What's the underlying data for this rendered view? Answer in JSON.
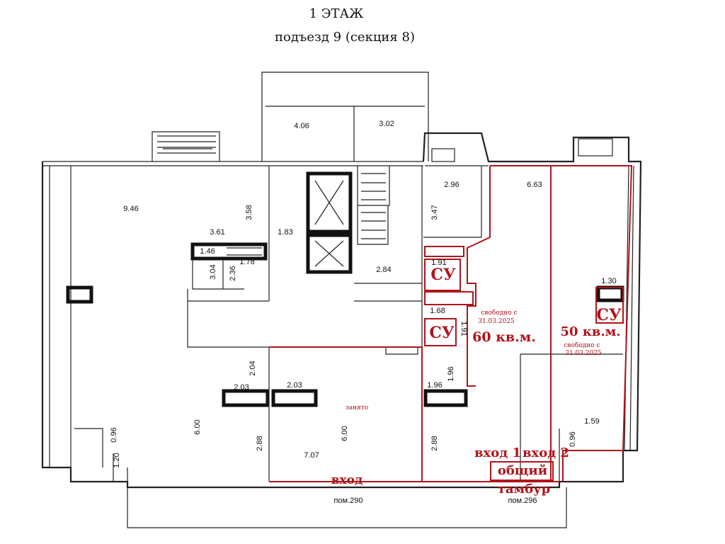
{
  "header": {
    "floor": "1 ЭТАЖ",
    "entrance": "подъезд 9 (секция 8)"
  },
  "dimensions": {
    "d406": "4.06",
    "d302": "3.02",
    "d296": "2.96",
    "d663": "6.63",
    "d946": "9.46",
    "d358": "3.58",
    "d347": "3.47",
    "d361": "3.61",
    "d183": "1.83",
    "d146": "1.46",
    "d178": "1.78",
    "d304": "3.04",
    "d236": "2.36",
    "d191a": "1.91",
    "d284": "2.84",
    "d130": "1.30",
    "d168": "1.68",
    "d191b": "1.91",
    "d204": "2.04",
    "d203a": "2.03",
    "d203b": "2.03",
    "d196a": "1.96",
    "d196b": "1.96",
    "d600a": "6.00",
    "d600b": "6.00",
    "d707": "7.07",
    "d288a": "2.88",
    "d288b": "2.88",
    "d096a": "0.96",
    "d120": "1.20",
    "d159": "1.59",
    "d096b": "0.96"
  },
  "annotations": {
    "su1": "СУ",
    "su2": "СУ",
    "su3": "СУ",
    "free1_line1": "свободно с",
    "free1_line2": "31.03.2025",
    "area1": "60 кв.м.",
    "area2": "50 кв.м.",
    "free2_line1": "свободно с",
    "free2_line2": "31.03.2025",
    "occupied": "занято",
    "entrance1": "вход 1",
    "entrance2": "вход 2",
    "common1": "общий",
    "common2": "тамбур",
    "entrance_main": "вход"
  },
  "rooms": {
    "pom290": "пом.290",
    "pom296": "пом.296"
  },
  "colors": {
    "highlight": "#b0141a",
    "walls": "#222222"
  }
}
